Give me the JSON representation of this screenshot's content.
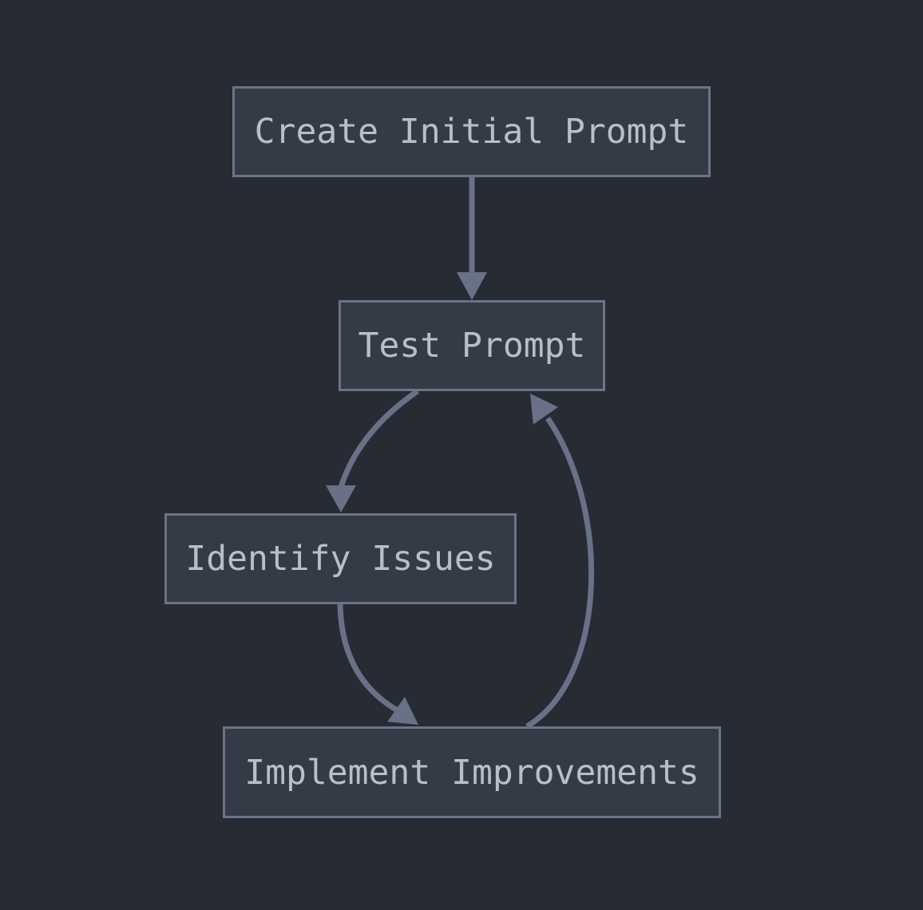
{
  "diagram": {
    "type": "flowchart",
    "direction": "top-down",
    "nodes": [
      {
        "id": "create",
        "label": "Create Initial Prompt"
      },
      {
        "id": "test",
        "label": "Test Prompt"
      },
      {
        "id": "identify",
        "label": "Identify Issues"
      },
      {
        "id": "implement",
        "label": "Implement Improvements"
      }
    ],
    "edges": [
      {
        "from": "create",
        "to": "test",
        "style": "straight-down-arrow"
      },
      {
        "from": "test",
        "to": "identify",
        "style": "curved-left-down-arrow"
      },
      {
        "from": "identify",
        "to": "implement",
        "style": "curved-right-down-arrow"
      },
      {
        "from": "implement",
        "to": "test",
        "style": "curved-right-up-arrow"
      }
    ],
    "colors": {
      "background": "#272b34",
      "node_fill": "#343a46",
      "node_border": "#6b7487",
      "arrow": "#687186",
      "text": "#b9bfca"
    }
  }
}
